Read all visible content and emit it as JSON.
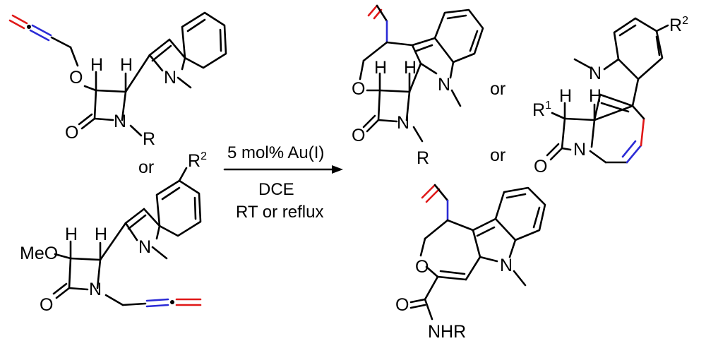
{
  "scheme": {
    "separator": "or",
    "conditions": {
      "catalyst": "5 mol% Au(I)",
      "solvent": "DCE",
      "temperature": "RT or reflux"
    },
    "atoms": {
      "O": "O",
      "N": "N",
      "H": "H",
      "R": "R",
      "MeO": "MeO",
      "NHR": "NHR",
      "R1_base": "R",
      "R1_sup": "1",
      "R2_base": "R",
      "R2_sup": "2"
    },
    "colors": {
      "allene_red": "#e01818",
      "allene_blue": "#2b2bd6",
      "nitrogen_magenta": "#e020e0",
      "default": "#000000"
    }
  }
}
